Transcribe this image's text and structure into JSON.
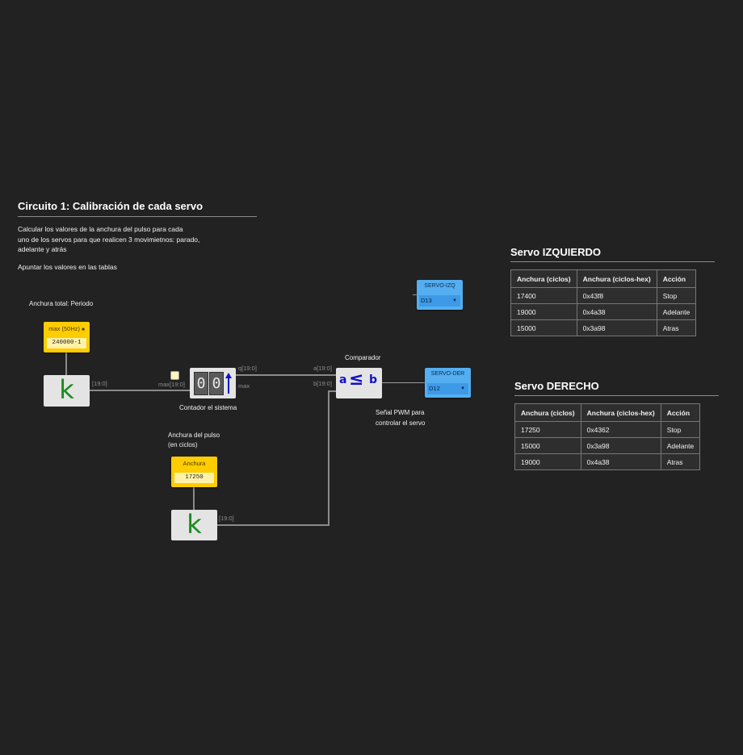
{
  "circuit": {
    "title": "Circuito 1: Calibración de cada servo",
    "desc_line1": "Calcular los valores de la anchura del pulso para cada",
    "desc_line2": "uno de los servos para que realicen 3 movimietnos: parado,",
    "desc_line3": "adelante y atrás",
    "note": "Apuntar los valores en las tablas"
  },
  "period": {
    "caption": "Anchura total: Periodo",
    "const_label": "max (50Hz)",
    "const_value": "240000-1",
    "k_symbol": "k",
    "out_port": "[19:0]"
  },
  "counter": {
    "max_in_port": "max[19:0]",
    "q_port": "q[19:0]",
    "max_out_port": "max",
    "digit1": "0",
    "digit2": "0",
    "caption": "Contador el sistema"
  },
  "pulse": {
    "caption_line1": "Anchura del pulso",
    "caption_line2": "(en ciclos)",
    "const_label": "Anchura",
    "const_value": "17250",
    "k_symbol": "k",
    "out_port": "[19:0]"
  },
  "comparator": {
    "caption": "Comparador",
    "a_port": "a[19:0]",
    "b_port": "b[19:0]",
    "sym_a": "a",
    "sym_op": "≤",
    "sym_b": "b",
    "output_caption_line1": "Señal PWM para",
    "output_caption_line2": "controlar el servo"
  },
  "servo_izq_pin": {
    "label": "SERVO-IZQ",
    "value": "D13"
  },
  "servo_der_pin": {
    "label": "SERVO-DER",
    "value": "D12"
  },
  "table_izq": {
    "title": "Servo IZQUIERDO",
    "headers": [
      "Anchura (ciclos)",
      "Anchura (ciclos-hex)",
      "Acción"
    ],
    "rows": [
      [
        "17400",
        "0x43f8",
        "Stop"
      ],
      [
        "19000",
        "0x4a38",
        "Adelante"
      ],
      [
        "15000",
        "0x3a98",
        "Atras"
      ]
    ]
  },
  "table_der": {
    "title": "Servo DERECHO",
    "headers": [
      "Anchura (ciclos)",
      "Anchura (ciclos-hex)",
      "Acción"
    ],
    "rows": [
      [
        "17250",
        "0x4362",
        "Stop"
      ],
      [
        "15000",
        "0x3a98",
        "Adelante"
      ],
      [
        "19000",
        "0x4a38",
        "Atras"
      ]
    ]
  },
  "colors": {
    "background": "#222222",
    "constant": "#ffcc00",
    "pin": "#54aef0",
    "k_letter": "#1b8a1b",
    "comparator_symbol": "#1010cc"
  }
}
